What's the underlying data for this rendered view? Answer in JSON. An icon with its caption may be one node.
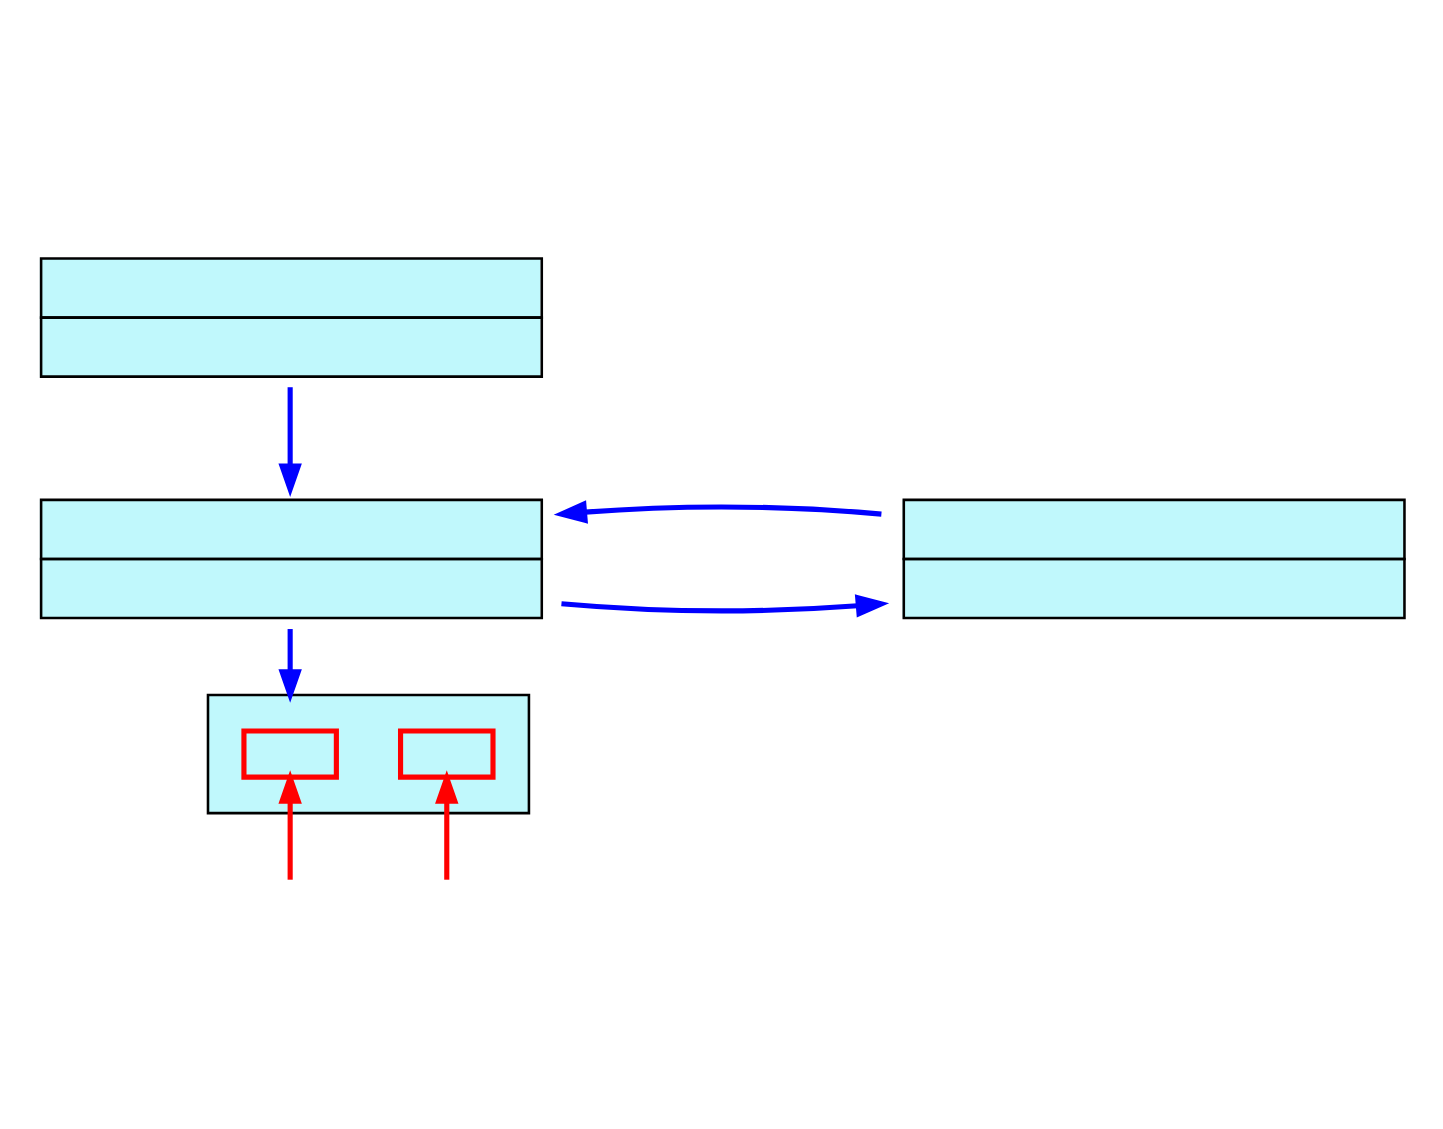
{
  "diagram": {
    "nodes": [
      {
        "text": [],
        "shape": "box"
      },
      {
        "text": [],
        "shape": "box"
      },
      {
        "text": [],
        "shape": "box"
      },
      {
        "text": [],
        "shape": "box"
      },
      {
        "text": [],
        "shape": "box",
        "in": 3
      },
      {
        "text": [],
        "shape": "box",
        "in": 3
      }
    ],
    "edges": [
      {
        "from": 0,
        "to": 1,
        "arrow": "to"
      },
      {
        "from": 1,
        "to": 2,
        "arrow": "to"
      },
      {
        "from": 2,
        "to": 1,
        "arrow": "to"
      },
      {
        "from": 1,
        "to": 3,
        "arrow": "to"
      },
      {
        "from": null,
        "to": 4,
        "arrow": "to",
        "color": "#ff0000"
      },
      {
        "from": null,
        "to": 5,
        "arrow": "to",
        "color": "#ff0000"
      }
    ]
  }
}
